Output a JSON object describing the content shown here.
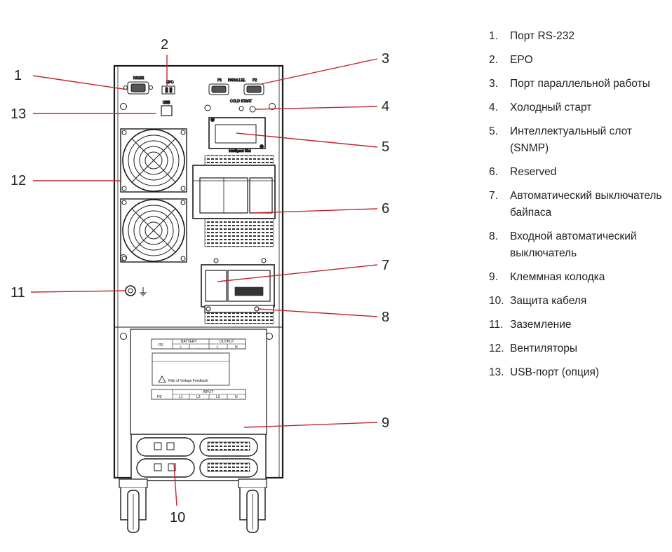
{
  "figure": {
    "callouts": [
      "1",
      "2",
      "3",
      "4",
      "5",
      "6",
      "7",
      "8",
      "9",
      "10",
      "11",
      "12",
      "13"
    ],
    "panel_labels": {
      "rs232": "RS232",
      "epo": "EPO",
      "parallel_a": "P1",
      "parallel_b": "PARALLEL",
      "parallel_c": "P2",
      "usb": "USB",
      "cold_start": "COLD START",
      "intelligent_slot": "Intelligent Slot",
      "pe": "PE",
      "battery": "BATTERY",
      "plus": "+",
      "minus": "-",
      "output": "OUTPUT",
      "out_l": "L",
      "out_n": "N",
      "input": "INPUT",
      "in_l1": "L1",
      "in_l2": "L2",
      "in_l3": "L3",
      "in_n": "N",
      "warn_short": "Risk of Voltage Feedback"
    }
  },
  "legend": [
    {
      "n": "1.",
      "text": "Порт RS-232"
    },
    {
      "n": "2.",
      "text": "EPO"
    },
    {
      "n": "3.",
      "text": "Порт параллельной работы"
    },
    {
      "n": "4.",
      "text": "Холодный старт"
    },
    {
      "n": "5.",
      "text": "Интеллектуальный слот (SNMP)"
    },
    {
      "n": "6.",
      "text": "Reserved"
    },
    {
      "n": "7.",
      "text": "Автоматический выключатель байпаса"
    },
    {
      "n": "8.",
      "text": "Входной автоматический выключатель"
    },
    {
      "n": "9.",
      "text": "Клеммная колодка"
    },
    {
      "n": "10.",
      "text": "Защита кабеля"
    },
    {
      "n": "11.",
      "text": "Заземление"
    },
    {
      "n": "12.",
      "text": "Вентиляторы"
    },
    {
      "n": "13.",
      "text": "USB-порт (опция)"
    }
  ],
  "colors": {
    "leader": "#c0272d",
    "drawing": "#1a1a1a"
  }
}
